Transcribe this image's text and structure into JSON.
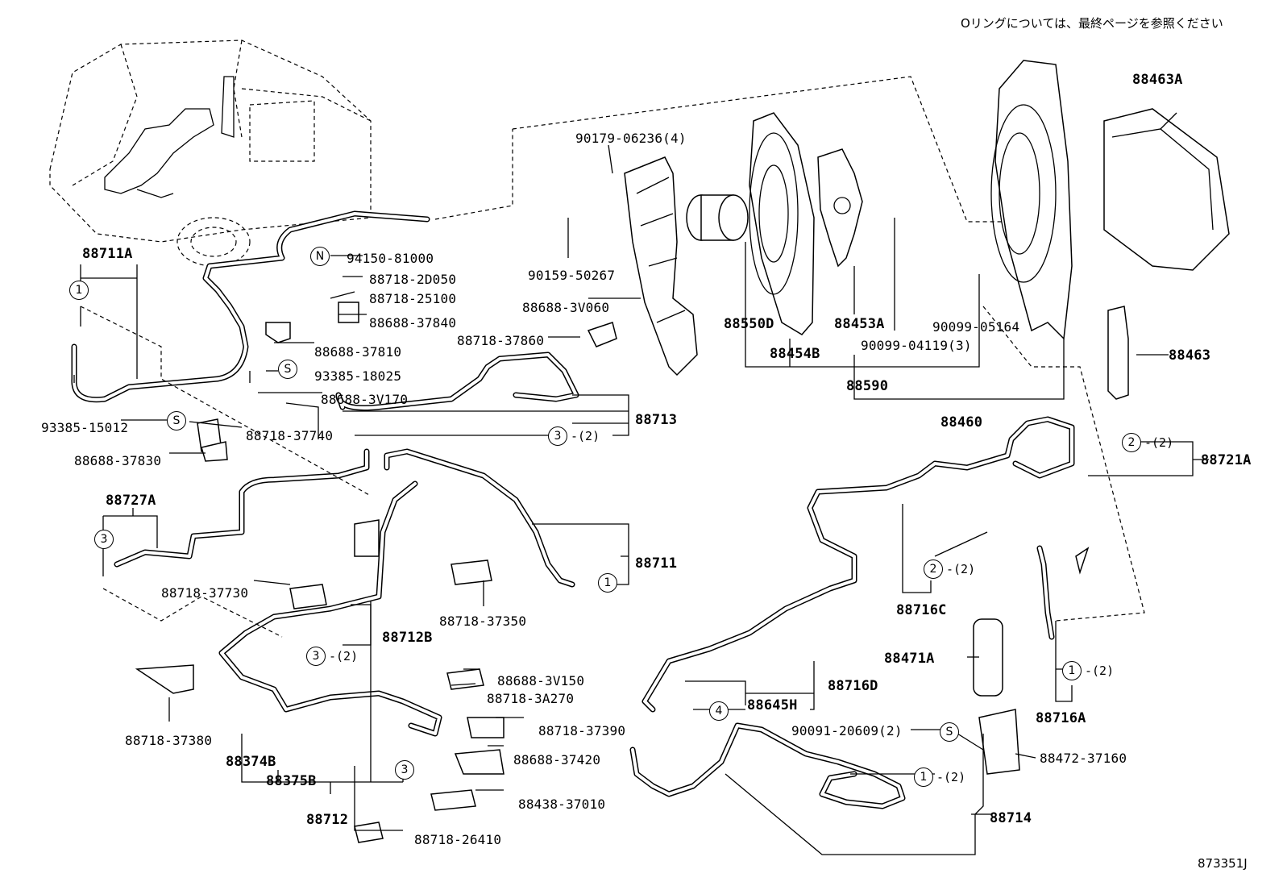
{
  "note": "Oリングについては、最終ページを参照ください",
  "figure_id": "873351J",
  "symbols": {
    "one": "1",
    "two": "2",
    "three": "3",
    "four": "4",
    "s": "S",
    "n": "N",
    "qty2": "-(2)"
  },
  "labels": {
    "p88711A": "88711A",
    "p93385_15012": "93385-15012",
    "p88688_37830": "88688-37830",
    "p88718_37740": "88718-37740",
    "p88727A": "88727A",
    "p88718_37730": "88718-37730",
    "p88718_37380": "88718-37380",
    "p88374B": "88374B",
    "p88375B": "88375B",
    "p88712": "88712",
    "p88718_26410": "88718-26410",
    "p88438_37010": "88438-37010",
    "p88688_37420": "88688-37420",
    "p88718_37390": "88718-37390",
    "p88718_3A270": "88718-3A270",
    "p88688_3V150": "88688-3V150",
    "p88712B": "88712B",
    "p88718_37350": "88718-37350",
    "p88711": "88711",
    "p88713": "88713",
    "p88688_3V170": "88688-3V170",
    "p93385_18025": "93385-18025",
    "p88688_37810": "88688-37810",
    "p88688_37840": "88688-37840",
    "p88718_25100": "88718-25100",
    "p88718_2D050": "88718-2D050",
    "p94150_81000": "94150-81000",
    "p88718_37860": "88718-37860",
    "p88688_3V060": "88688-3V060",
    "p90159_50267": "90159-50267",
    "p90179_06236": "90179-06236(4)",
    "p88550D": "88550D",
    "p88454B": "88454B",
    "p88453A": "88453A",
    "p90099_04119": "90099-04119(3)",
    "p90099_05164": "90099-05164",
    "p88590": "88590",
    "p88460": "88460",
    "p88463A": "88463A",
    "p88463": "88463",
    "p88721A": "88721A",
    "p88716C": "88716C",
    "p88471A": "88471A",
    "p88716D": "88716D",
    "p88645H": "88645H",
    "p88716A": "88716A",
    "p90091_20609": "90091-20609(2)",
    "p88472_37160": "88472-37160",
    "p88714": "88714"
  }
}
